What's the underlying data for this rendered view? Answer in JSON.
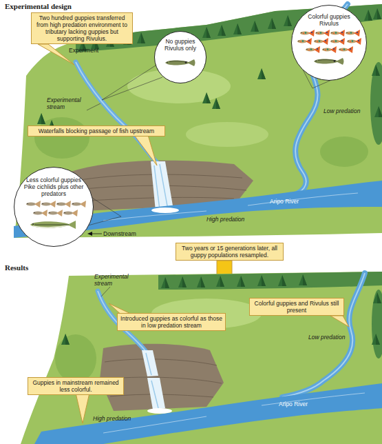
{
  "diagram": {
    "nodes": [
      {
        "text": [
          "Two hundred guppies transferred from high predation environment to tributary lacking guppies but supporting Rivulus."
        ]
      },
      {
        "text": [
          "No guppies",
          "Rivulus only"
        ]
      },
      {
        "text": [
          "Colorful guppies",
          "Rivulus"
        ]
      },
      {
        "text": [
          "Waterfalls blocking passage of fish upstream"
        ]
      },
      {
        "text": [
          "Less colorful guppies",
          "Pike cichlids plus other predators"
        ]
      },
      {
        "text": [
          "Two years or 15 generations later, all guppy populations resampled."
        ]
      },
      {
        "text": [
          "Colorful guppies and Rivulus still present"
        ]
      },
      {
        "text": [
          "Introduced guppies as colorful as those in low predation stream"
        ]
      },
      {
        "text": [
          "Guppies in mainstream remained less colorful."
        ]
      }
    ],
    "labels": [
      "Experimental design",
      "Experiment",
      "Experimental stream",
      "Low predation",
      "Aripo River",
      "High predation",
      "Downstream",
      "Results",
      "Experimental stream",
      "Low predation",
      "Aripo River",
      "High predation"
    ]
  }
}
